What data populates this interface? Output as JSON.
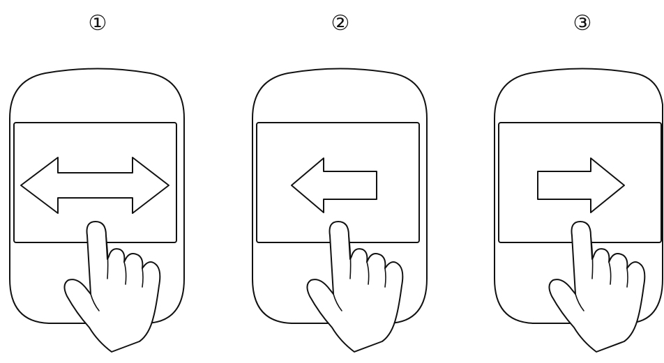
{
  "steps": [
    {
      "label": "①",
      "gesture": "swipe-both-directions",
      "arrow": "double-arrow-icon"
    },
    {
      "label": "②",
      "gesture": "swipe-left",
      "arrow": "left-arrow-icon"
    },
    {
      "label": "③",
      "gesture": "swipe-right",
      "arrow": "right-arrow-icon"
    }
  ],
  "colors": {
    "line": "#111111",
    "background": "#ffffff"
  }
}
